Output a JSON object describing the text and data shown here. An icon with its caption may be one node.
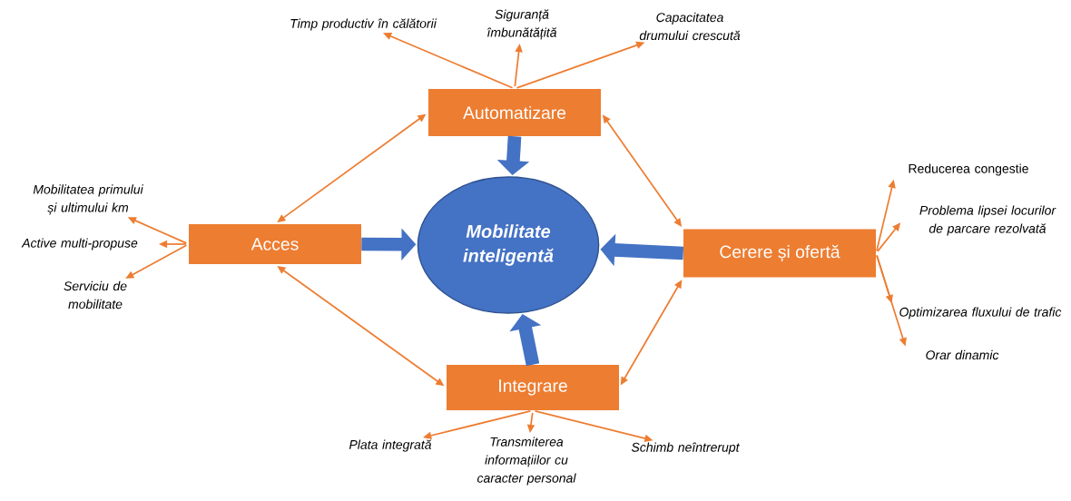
{
  "diagram": {
    "nodes": [
      {
        "text": [
          "Mobilitate inteligentă"
        ]
      },
      {
        "text": [
          "Automatizare"
        ]
      },
      {
        "text": [
          "Acces"
        ]
      },
      {
        "text": [
          "Cerere și ofertă"
        ]
      },
      {
        "text": [
          "Integrare"
        ]
      },
      {
        "text": [
          "Timp productiv în călătorii"
        ]
      },
      {
        "text": [
          "Siguranță îmbunătățită"
        ]
      },
      {
        "text": [
          "Capacitatea drumului crescută"
        ]
      },
      {
        "text": [
          "Mobilitatea primului și ultimului km"
        ]
      },
      {
        "text": [
          "Active multi-propuse"
        ]
      },
      {
        "text": [
          "Serviciu de mobilitate"
        ]
      },
      {
        "text": [
          "Reducerea congestie"
        ]
      },
      {
        "text": [
          "Problema lipsei locurilor de parcare rezolvată"
        ]
      },
      {
        "text": [
          "Optimizarea fluxului de trafic"
        ]
      },
      {
        "text": [
          "Orar dinamic"
        ]
      },
      {
        "text": [
          "Plata integrată"
        ]
      },
      {
        "text": [
          "Transmiterea informațiilor cu caracter personal"
        ]
      },
      {
        "text": [
          "Schimb neîntrerupt"
        ]
      }
    ],
    "edges": [
      {
        "from": 1,
        "to": 0,
        "arrow": "to",
        "style": "thick",
        "color": "#4472c4"
      },
      {
        "from": 2,
        "to": 0,
        "arrow": "to",
        "style": "thick",
        "color": "#4472c4"
      },
      {
        "from": 3,
        "to": 0,
        "arrow": "to",
        "style": "thick",
        "color": "#4472c4"
      },
      {
        "from": 4,
        "to": 0,
        "arrow": "to",
        "style": "thick",
        "color": "#4472c4"
      },
      {
        "from": 1,
        "to": 2,
        "arrow": "both"
      },
      {
        "from": 1,
        "to": 3,
        "arrow": "both"
      },
      {
        "from": 2,
        "to": 4,
        "arrow": "both"
      },
      {
        "from": 3,
        "to": 4,
        "arrow": "both"
      },
      {
        "from": 1,
        "to": 5,
        "arrow": "to"
      },
      {
        "from": 1,
        "to": 6,
        "arrow": "to"
      },
      {
        "from": 1,
        "to": 7,
        "arrow": "to"
      },
      {
        "from": 2,
        "to": 8,
        "arrow": "to"
      },
      {
        "from": 2,
        "to": 9,
        "arrow": "to"
      },
      {
        "from": 2,
        "to": 10,
        "arrow": "to"
      },
      {
        "from": 3,
        "to": 11,
        "arrow": "to"
      },
      {
        "from": 3,
        "to": 12,
        "arrow": "to"
      },
      {
        "from": 3,
        "to": 13,
        "arrow": "to"
      },
      {
        "from": 3,
        "to": 14,
        "arrow": "to"
      },
      {
        "from": 4,
        "to": 15,
        "arrow": "to"
      },
      {
        "from": 4,
        "to": 16,
        "arrow": "to"
      },
      {
        "from": 4,
        "to": 17,
        "arrow": "to"
      }
    ]
  }
}
